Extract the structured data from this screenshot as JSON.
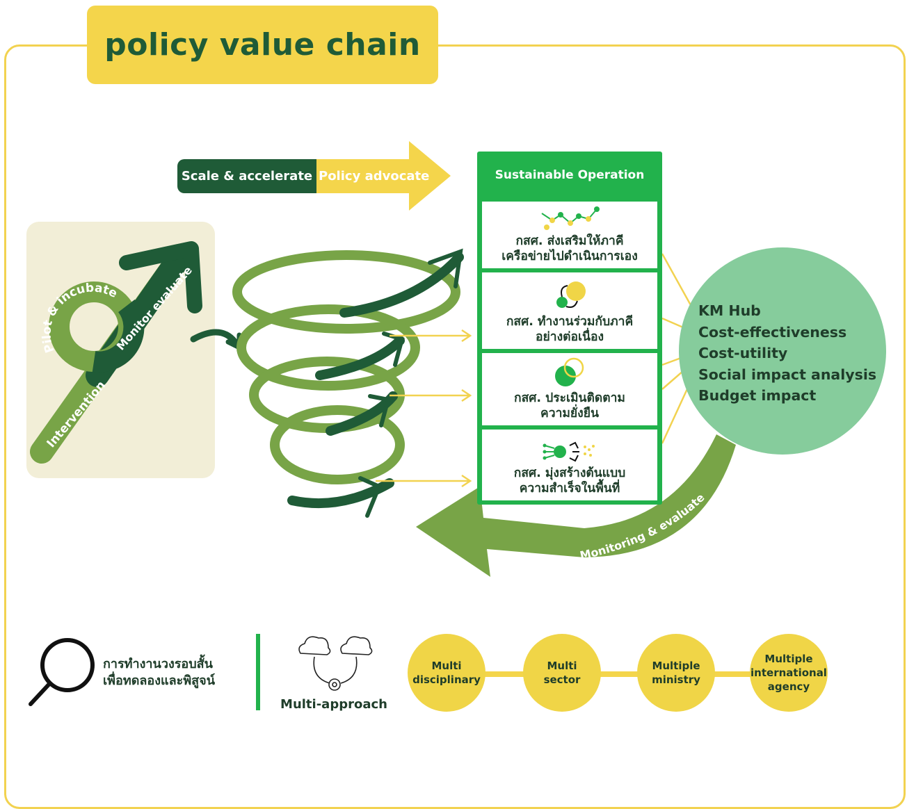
{
  "title": "policy value chain",
  "colors": {
    "dark_green": "#1f5b37",
    "mid_green": "#78a447",
    "bright_green": "#22b24c",
    "light_green": "#86cc9c",
    "yellow": "#f4d54b",
    "cream": "#f2eed7"
  },
  "left_panel": {
    "arc_label_1": "Pilot & incubate",
    "arc_label_2": "Monitor evaluate",
    "arrow_label": "Intervention"
  },
  "arrow_banner": {
    "dark_label": "Scale & accelerate",
    "yellow_label": "Policy advocate"
  },
  "operations": {
    "header": "Sustainable Operation",
    "items": [
      {
        "line1": "กสศ. ส่งเสริมให้ภาคี",
        "line2": "เครือข่ายไปดำเนินการเอง",
        "icon": "network-line-icon"
      },
      {
        "line1": "กสศ. ทำงานร่วมกับภาคี",
        "line2": "อย่างต่อเนื่อง",
        "icon": "linked-circles-icon"
      },
      {
        "line1": "กสศ. ประเมินติดตาม",
        "line2": "ความยั่งยืน",
        "icon": "overlap-circles-icon"
      },
      {
        "line1": "กสศ. มุ่งสร้างต้นแบบ",
        "line2": "ความสำเร็จในพื้นที่",
        "icon": "circuit-arrows-icon"
      }
    ]
  },
  "evaluation": {
    "items": [
      "KM Hub",
      "Cost-effectiveness",
      "Cost-utility",
      "Social impact analysis",
      "Budget impact"
    ],
    "loop_label": "Monitoring & evaluate"
  },
  "bottom": {
    "search_text_line1": "การทำงานวงรอบสั้น",
    "search_text_line2": "เพื่อทดลองและพิสูจน์",
    "approach_label": "Multi-approach",
    "circles": [
      {
        "line1": "Multi",
        "line2": "disciplinary",
        "line3": ""
      },
      {
        "line1": "Multi",
        "line2": "sector",
        "line3": ""
      },
      {
        "line1": "Multiple",
        "line2": "ministry",
        "line3": ""
      },
      {
        "line1": "Multiple",
        "line2": "international",
        "line3": "agency"
      }
    ]
  }
}
